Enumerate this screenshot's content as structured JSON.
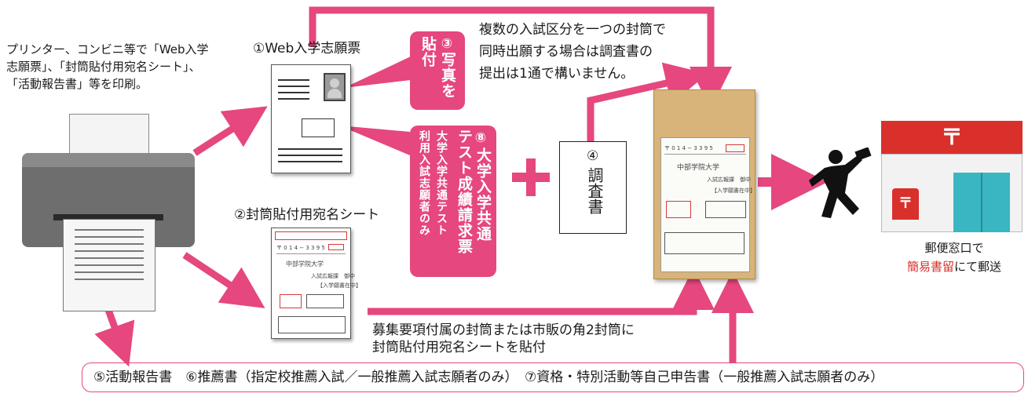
{
  "intro_text": [
    "プリンター、コンビニ等で「Web入学",
    "志願票」、「封筒貼付用宛名シート」、",
    "「活動報告書」等を印刷。"
  ],
  "doc1_label": "①Web入学志願票",
  "doc2_label": "②封筒貼付用宛名シート",
  "step3": {
    "number": "③",
    "lines": [
      "写真を",
      "貼付"
    ]
  },
  "step8": {
    "number": "⑧",
    "lines": [
      "大学入学共通",
      "テスト成績請求票",
      "大学入学共通テスト",
      "利用入試志願者のみ"
    ]
  },
  "step4": {
    "number": "④",
    "text": "調査書"
  },
  "plus": "+",
  "top_note": [
    "複数の入試区分を一つの封筒で",
    "同時出願する場合は調査書の",
    "提出は1通で構いません。"
  ],
  "envelope_note": [
    "募集要項付属の封筒または市販の角2封筒に",
    "封筒貼付用宛名シートを貼付"
  ],
  "post": {
    "line1": "郵便窓口で",
    "highlight": "簡易書留",
    "rest": "にて郵送",
    "symbol": "〒"
  },
  "bottom_items": "⑤活動報告書　⑥推薦書（指定校推薦入試／一般推薦入試志願者のみ）　⑦資格・特別活動等自己申告書（一般推薦入試志願者のみ）",
  "address_sheet": {
    "postal": "〒 0 1 4 − 3 3 9 5",
    "univ": "中部学院大学",
    "dept": "入試広報課　御中",
    "kind": "【入学願書在中】"
  },
  "colors": {
    "accent": "#e5477e",
    "envelope": "#d8b47a",
    "post_red": "#d9302c",
    "post_teal": "#3ab6c2"
  }
}
